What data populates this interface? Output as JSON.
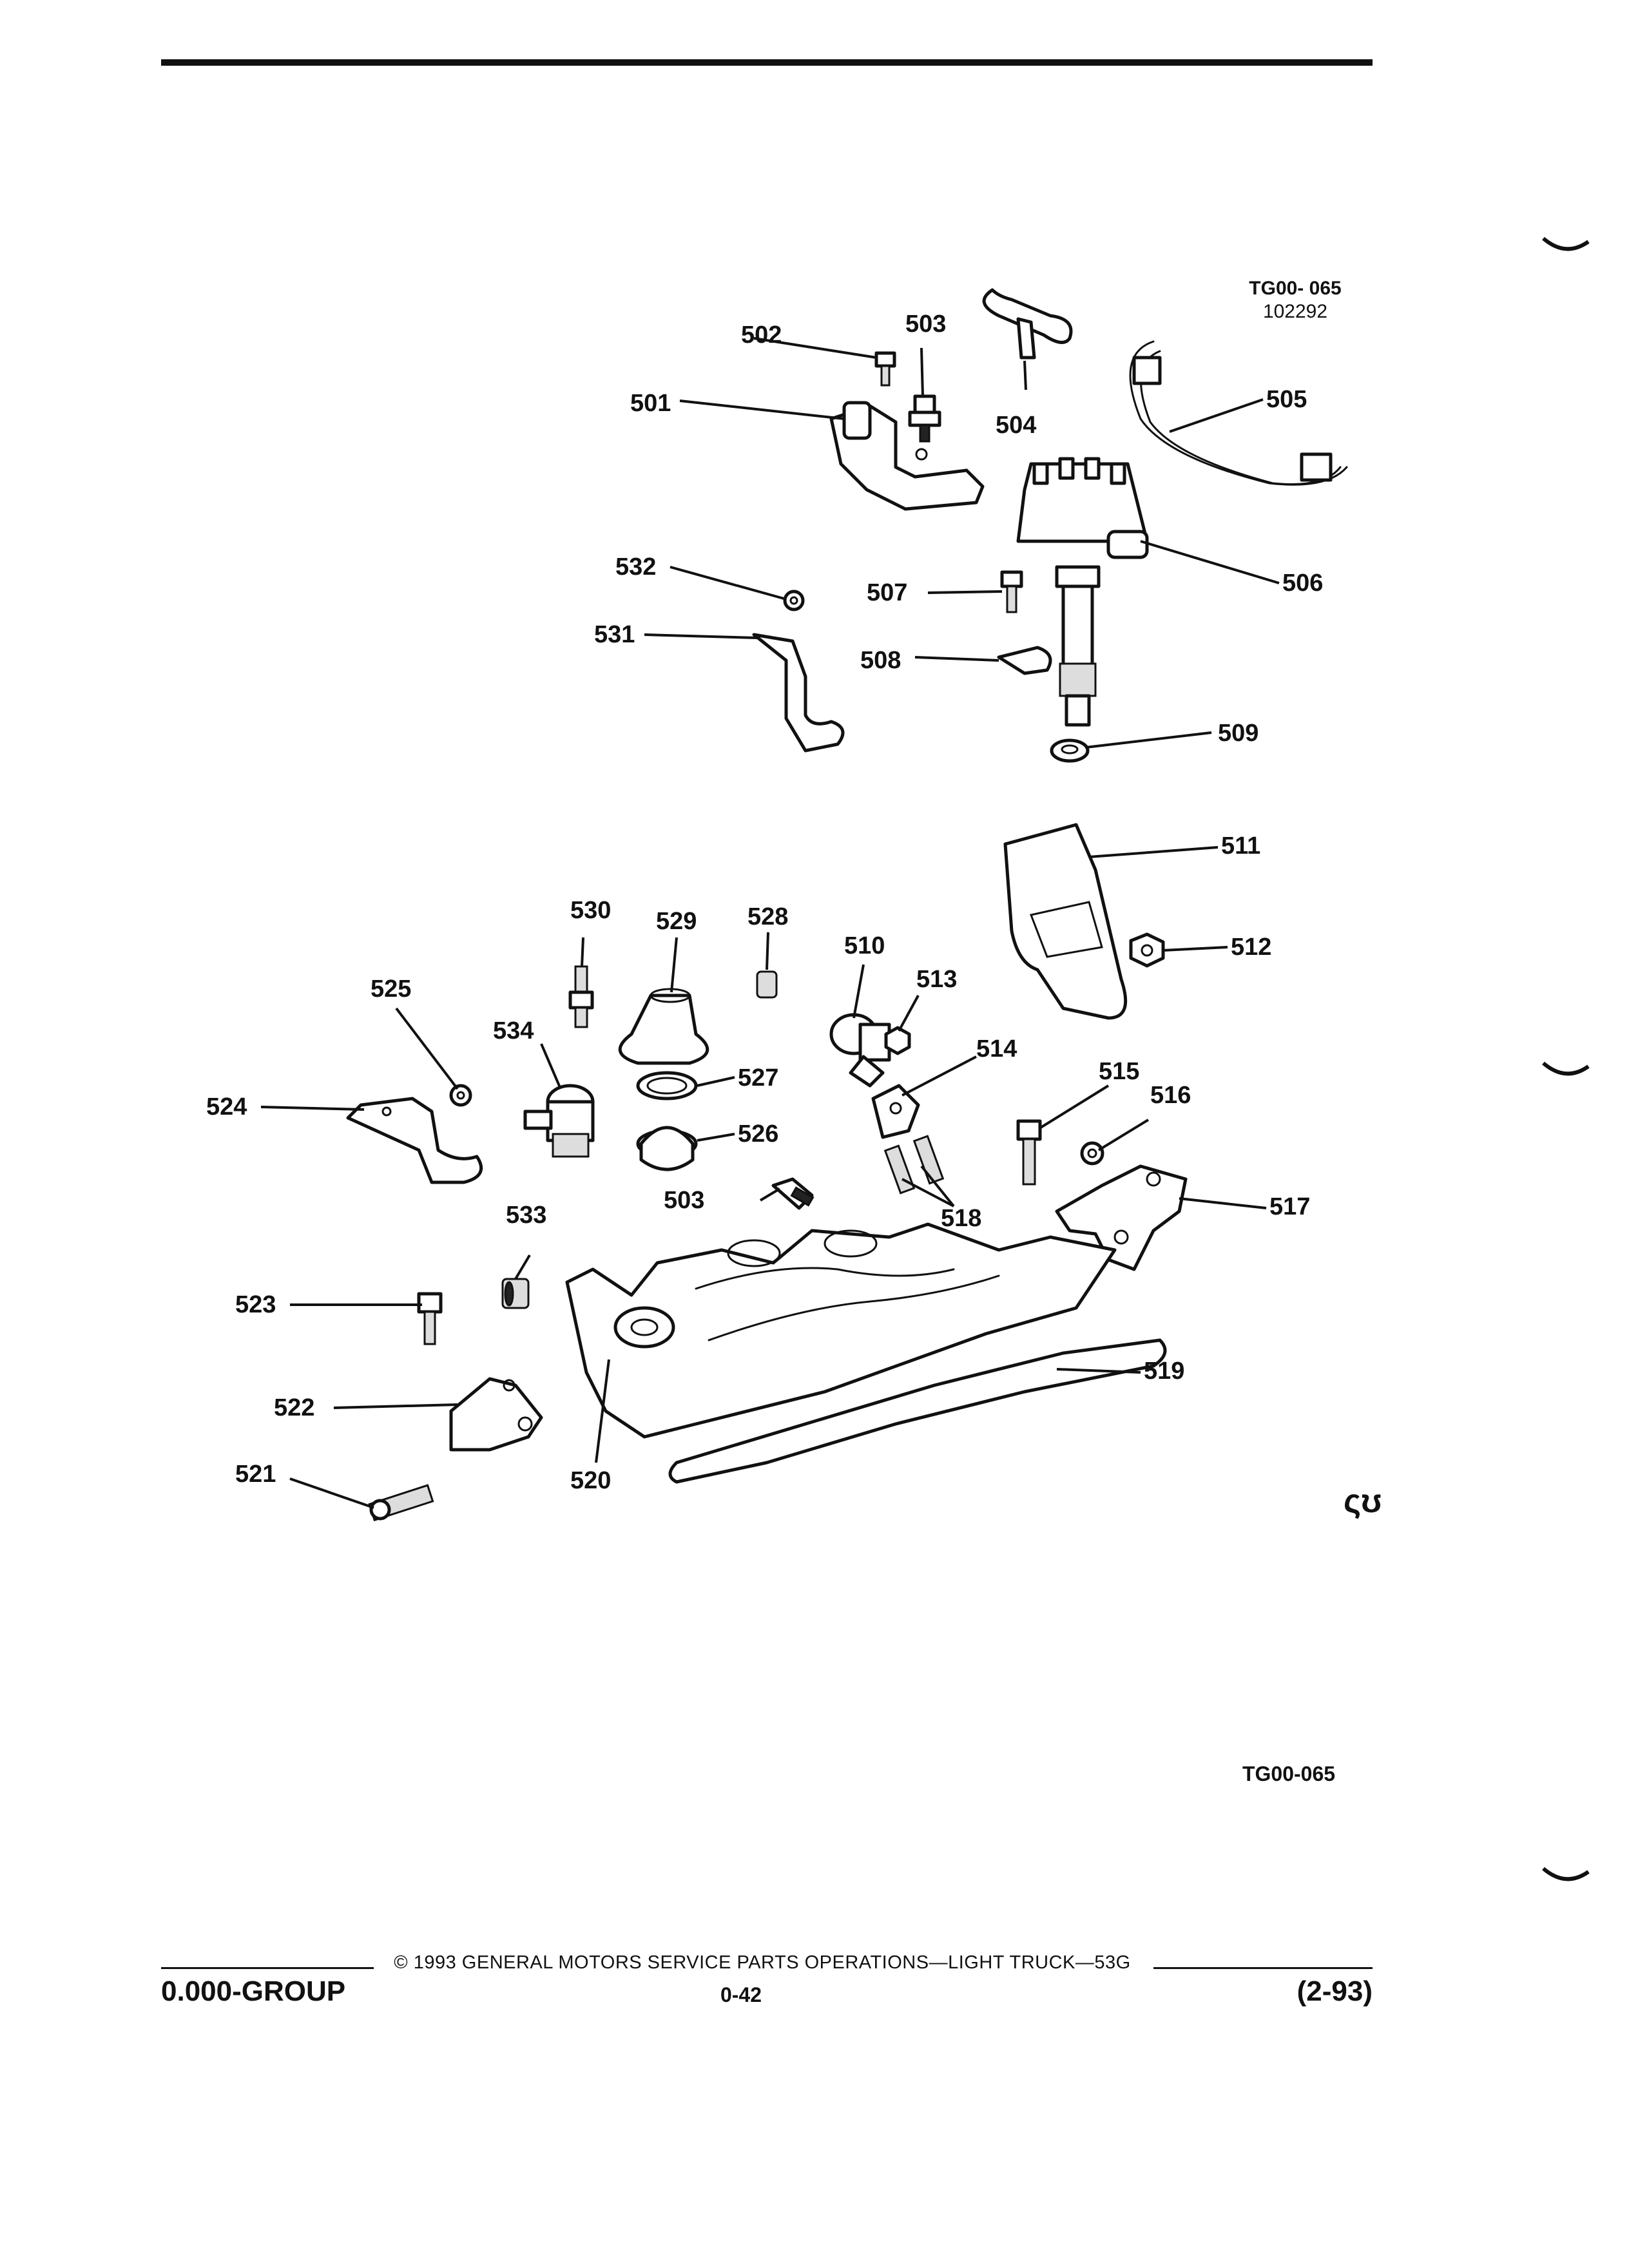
{
  "figure": {
    "id": "TG00- 065",
    "date_code": "102292",
    "bottom_caption": "TG00-065",
    "side_symbol": "ςʊ"
  },
  "callouts": [
    "501",
    "502",
    "503",
    "504",
    "505",
    "506",
    "507",
    "508",
    "509",
    "510",
    "511",
    "512",
    "513",
    "514",
    "515",
    "516",
    "517",
    "518",
    "519",
    "520",
    "521",
    "522",
    "523",
    "524",
    "525",
    "526",
    "527",
    "528",
    "529",
    "530",
    "531",
    "532",
    "533",
    "534",
    "503"
  ],
  "footer": {
    "copyright": "©  1993  GENERAL MOTORS SERVICE PARTS OPERATIONS—LIGHT TRUCK—53G",
    "group": "0.000-GROUP",
    "page": "0-42",
    "revision": "(2-93)"
  }
}
